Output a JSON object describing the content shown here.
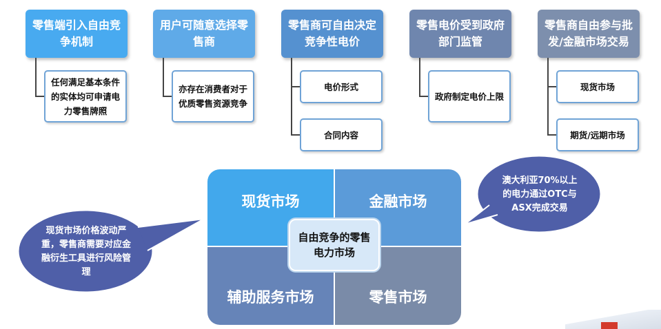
{
  "top_categories": [
    {
      "title": "零售端引入自由竞争机制",
      "color": "#48aaf0",
      "children": [
        "任何满足基本条件的实体均可申请电力零售牌照"
      ]
    },
    {
      "title": "用户可随意选择零售商",
      "color": "#5faae8",
      "children": [
        "亦存在消费者对于优质零售资源竞争"
      ]
    },
    {
      "title": "零售商可自由决定竞争性电价",
      "color": "#5591d0",
      "children": [
        "电价形式",
        "合同内容"
      ]
    },
    {
      "title": "零售电价受到政府部门监管",
      "color": "#6f86ae",
      "children": [
        "政府制定电价上限"
      ]
    },
    {
      "title": "零售商自由参与批发/金融市场交易",
      "color": "#7d8fad",
      "children": [
        "现货市场",
        "期货/远期市场"
      ]
    }
  ],
  "quadrants": {
    "top_left": {
      "label": "现货市场",
      "color": "#42a8ec"
    },
    "top_right": {
      "label": "金融市场",
      "color": "#5b9bd9"
    },
    "bottom_left": {
      "label": "辅助服务市场",
      "color": "#6684b8"
    },
    "bottom_right": {
      "label": "零售市场",
      "color": "#7a8ba8"
    }
  },
  "center": {
    "label": "自由竞争的零售电力市场"
  },
  "callouts": {
    "left": "现货市场价格波动严重，零售商需要对应金融衍生工具进行风险管理",
    "right": "澳大利亚70%以上的电力通过OTC与ASX完成交易"
  },
  "colors": {
    "bubble": "#4f5fa8",
    "sub_border": "#6fa3d6"
  }
}
